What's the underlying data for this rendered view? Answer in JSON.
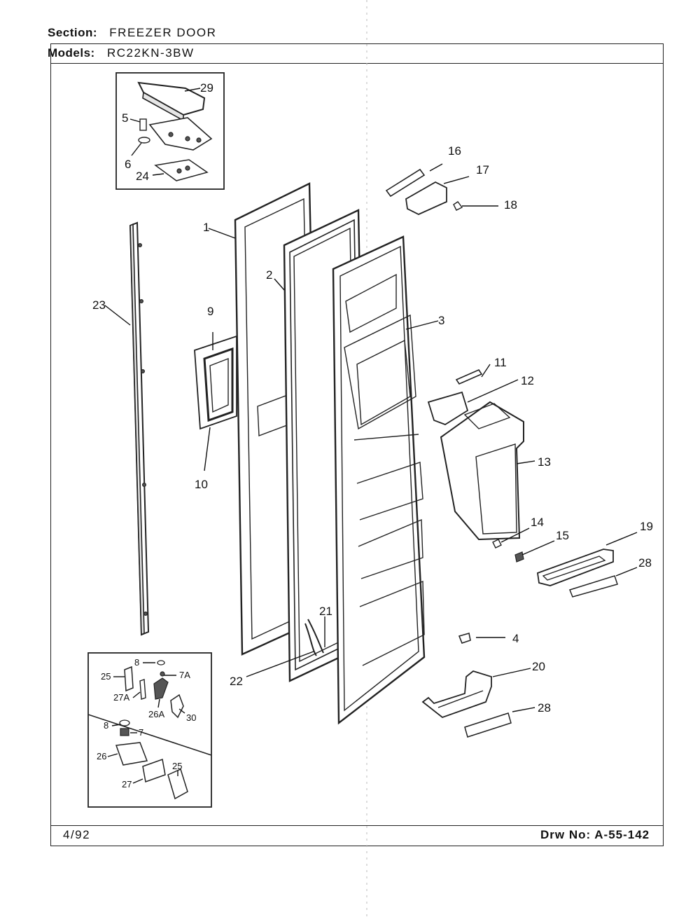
{
  "header": {
    "section_label": "Section:",
    "section_value": "FREEZER DOOR",
    "models_label": "Models:",
    "models_value": "RC22KN-3BW"
  },
  "footer": {
    "date": "4/92",
    "drawing_number": "Drw No: A-55-142"
  },
  "callouts": {
    "p1": "1",
    "p2": "2",
    "p3": "3",
    "p4": "4",
    "p5": "5",
    "p6": "6",
    "p7": "7",
    "p7a": "7A",
    "p8a": "8",
    "p8b": "8",
    "p9": "9",
    "p10": "10",
    "p11": "11",
    "p12": "12",
    "p13": "13",
    "p14": "14",
    "p15": "15",
    "p16": "16",
    "p17": "17",
    "p18": "18",
    "p19": "19",
    "p20": "20",
    "p21": "21",
    "p22": "22",
    "p23": "23",
    "p24": "24",
    "p25a": "25",
    "p25b": "25",
    "p26": "26",
    "p26a": "26A",
    "p27": "27",
    "p27a": "27A",
    "p28a": "28",
    "p28b": "28",
    "p29": "29",
    "p30": "30"
  }
}
